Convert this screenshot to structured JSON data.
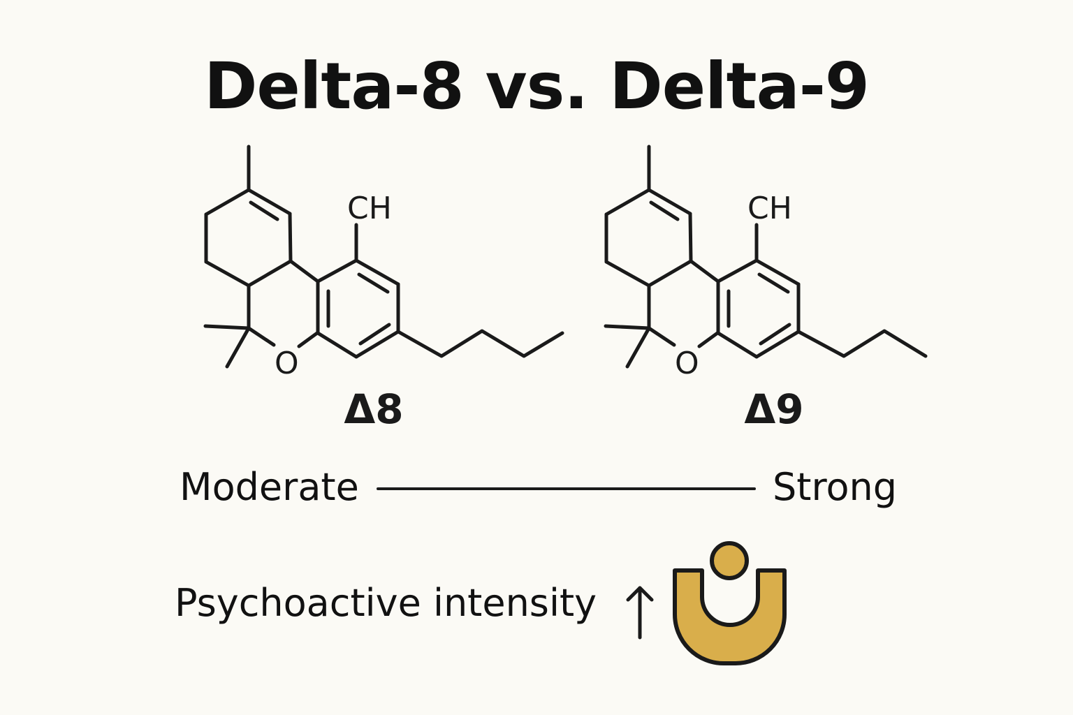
{
  "title": "Delta-8 vs. Delta-9",
  "molecules": [
    {
      "label": "Δ8",
      "atom_labels": {
        "ch": "CH",
        "o": "O"
      }
    },
    {
      "label": "Δ9",
      "atom_labels": {
        "ch": "CH",
        "o": "O"
      }
    }
  ],
  "scale": {
    "left_label": "Moderate",
    "right_label": "Strong"
  },
  "legend": {
    "label": "Psychoactive intensity",
    "arrow_icon": "arrow-up-icon",
    "logo_icon": "u-person-logo-icon"
  },
  "colors": {
    "background": "#fbfaf5",
    "ink": "#1a1a1a",
    "logo_gold": "#d9ae4b"
  }
}
